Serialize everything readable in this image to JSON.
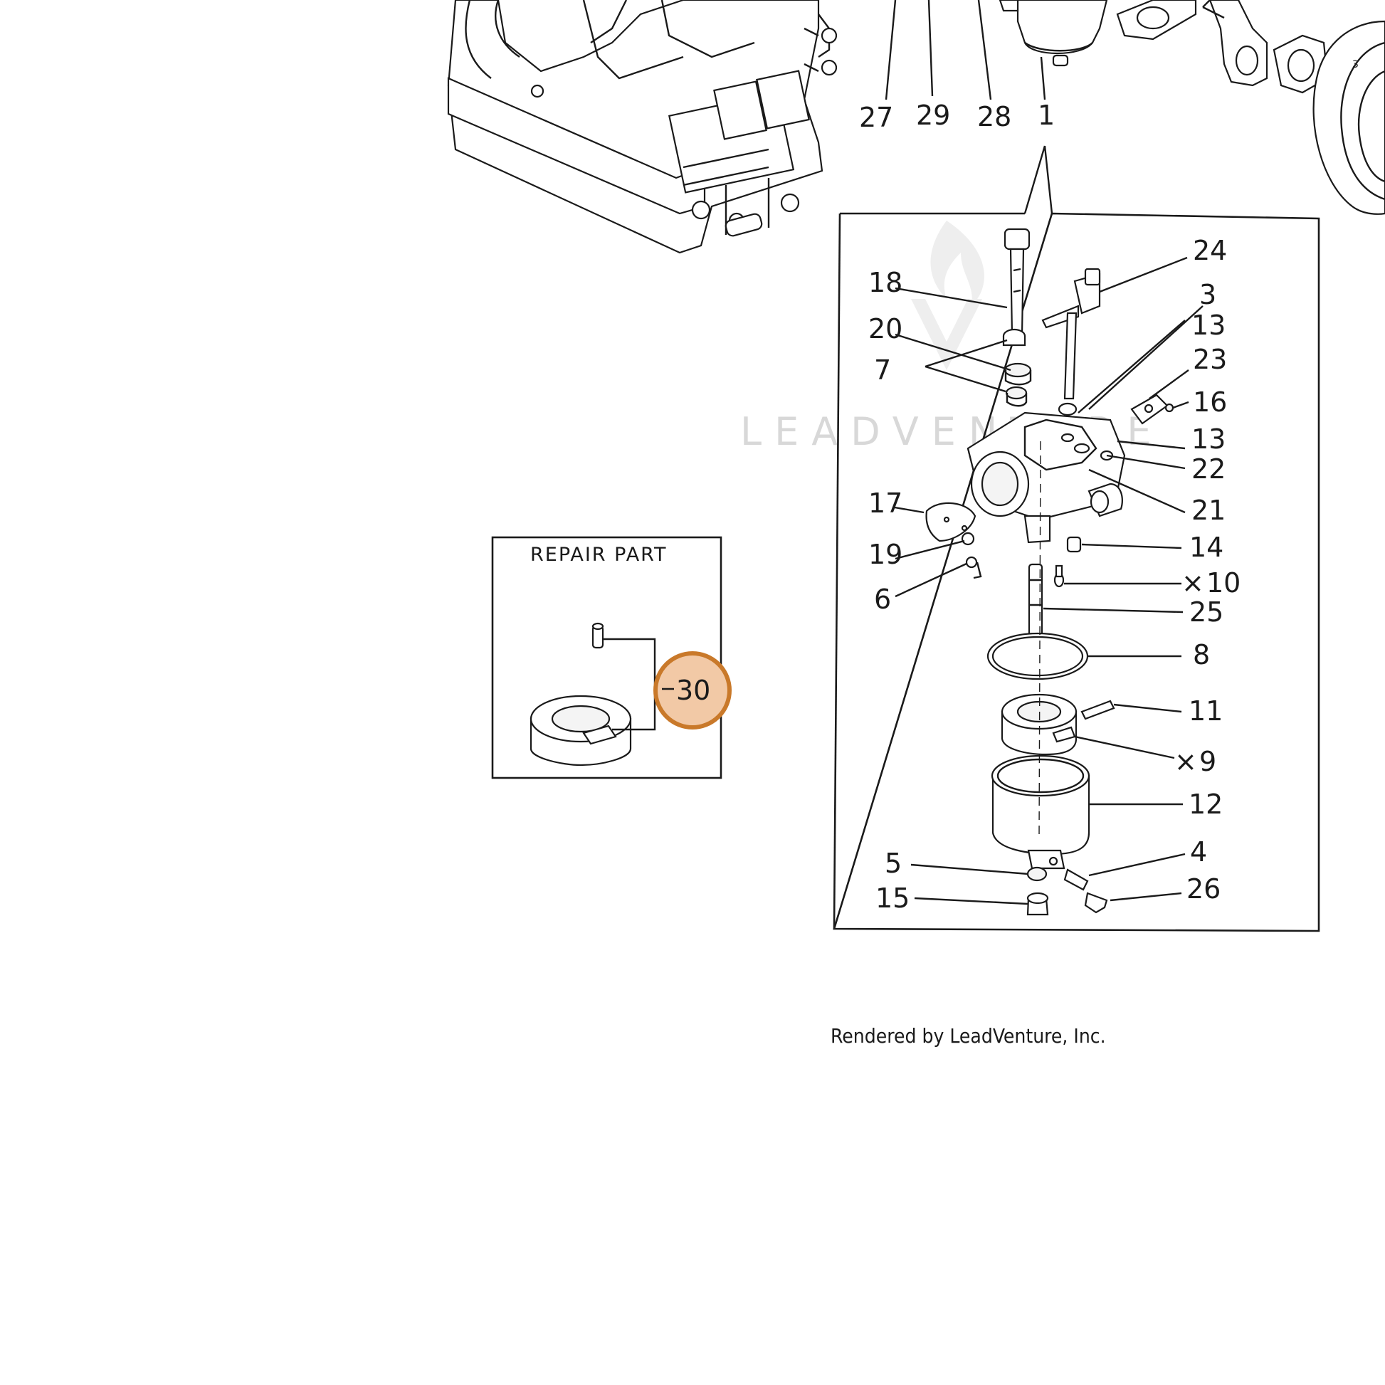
{
  "watermark": "LEADVENTURE",
  "credit": "Rendered by LeadVenture, Inc.",
  "repair_part": {
    "title": "REPAIR PART",
    "highlight_label": "30",
    "highlight_color": "#c9792a"
  },
  "top_callouts": {
    "c27": "27",
    "c29": "29",
    "c28": "28",
    "c1": "1"
  },
  "carb_callouts": {
    "c24": "24",
    "c18": "18",
    "c3": "3",
    "c13a": "13",
    "c20": "20",
    "c23": "23",
    "c7": "7",
    "c16": "16",
    "c13b": "13",
    "c22": "22",
    "c17": "17",
    "c21": "21",
    "c19": "19",
    "c14": "14",
    "c6": "6",
    "c10": "10",
    "c25": "25",
    "c8": "8",
    "c11": "11",
    "c9": "9",
    "c12": "12",
    "c5": "5",
    "c4": "4",
    "c15": "15",
    "c26": "26"
  },
  "symbols": {
    "cross_mark": "×"
  }
}
